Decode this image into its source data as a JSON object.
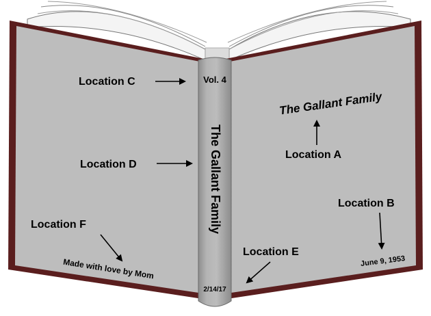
{
  "book": {
    "spine_top_text": "Vol. 4",
    "spine_title": "The Gallant Family",
    "spine_bottom_text": "2/14/17",
    "cover_title": "The Gallant Family",
    "cover_date": "June 9, 1953",
    "back_cover_text": "Made with love by Mom"
  },
  "labels": {
    "location_a": "Location A",
    "location_b": "Location B",
    "location_c": "Location C",
    "location_d": "Location D",
    "location_e": "Location E",
    "location_f": "Location F"
  },
  "colors": {
    "cover": "#bdbdbd",
    "spine": "#a9a9a9",
    "binding": "#5a1e1e",
    "pages": "#f4f4f4"
  }
}
